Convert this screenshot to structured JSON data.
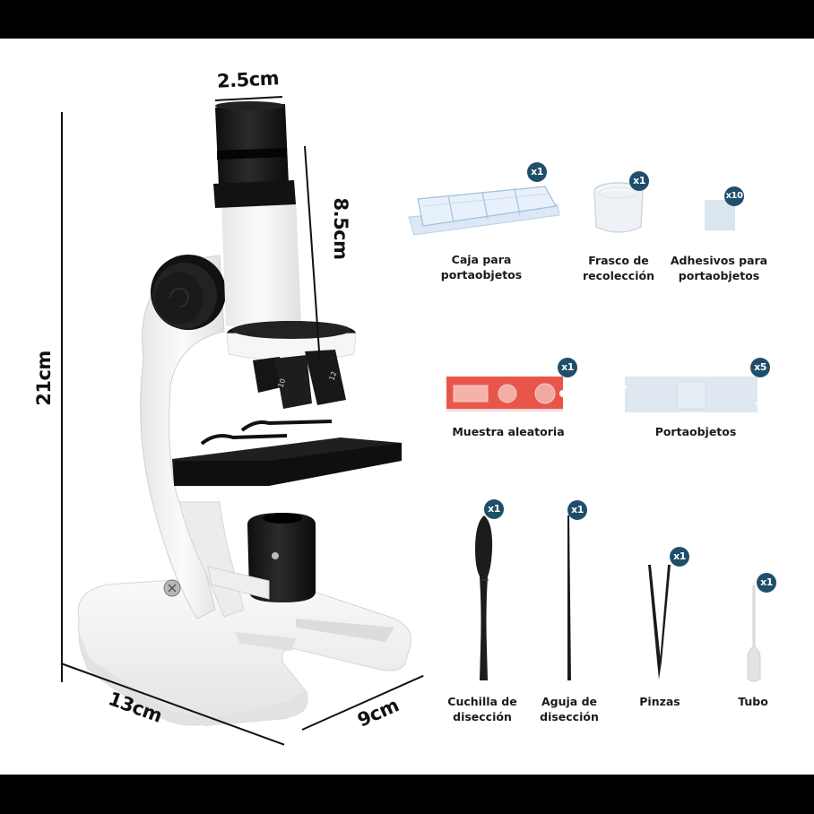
{
  "dimensions": {
    "total_height": "21cm",
    "eyepiece_width": "2.5cm",
    "tube_length": "8.5cm",
    "base_length": "13cm",
    "base_width": "9cm"
  },
  "colors": {
    "badge": "#1f4e6a",
    "sample_slide": "#e8564a",
    "glass_slide": "#dfe8f0",
    "microscope_body": "#f4f4f4",
    "microscope_black": "#1c1c1c"
  },
  "accessories": [
    {
      "label_line1": "Caja para",
      "label_line2": "portaobjetos",
      "quantity": "x1",
      "icon": "slide-box-icon"
    },
    {
      "label_line1": "Frasco de",
      "label_line2": "recolección",
      "quantity": "x1",
      "icon": "collection-jar-icon"
    },
    {
      "label_line1": "Adhesivos para",
      "label_line2": "portaobjetos",
      "quantity": "x10",
      "icon": "slide-sticker-icon"
    },
    {
      "label_line1": "Muestra aleatoria",
      "label_line2": "",
      "quantity": "x1",
      "icon": "sample-slide-icon"
    },
    {
      "label_line1": "Portaobjetos",
      "label_line2": "",
      "quantity": "x5",
      "icon": "glass-slide-icon"
    },
    {
      "label_line1": "Cuchilla de",
      "label_line2": "disección",
      "quantity": "x1",
      "icon": "dissection-knife-icon"
    },
    {
      "label_line1": "Aguja de",
      "label_line2": "disección",
      "quantity": "x1",
      "icon": "dissection-needle-icon"
    },
    {
      "label_line1": "Pinzas",
      "label_line2": "",
      "quantity": "x1",
      "icon": "tweezers-icon"
    },
    {
      "label_line1": "Tubo",
      "label_line2": "",
      "quantity": "x1",
      "icon": "pipette-icon"
    }
  ]
}
